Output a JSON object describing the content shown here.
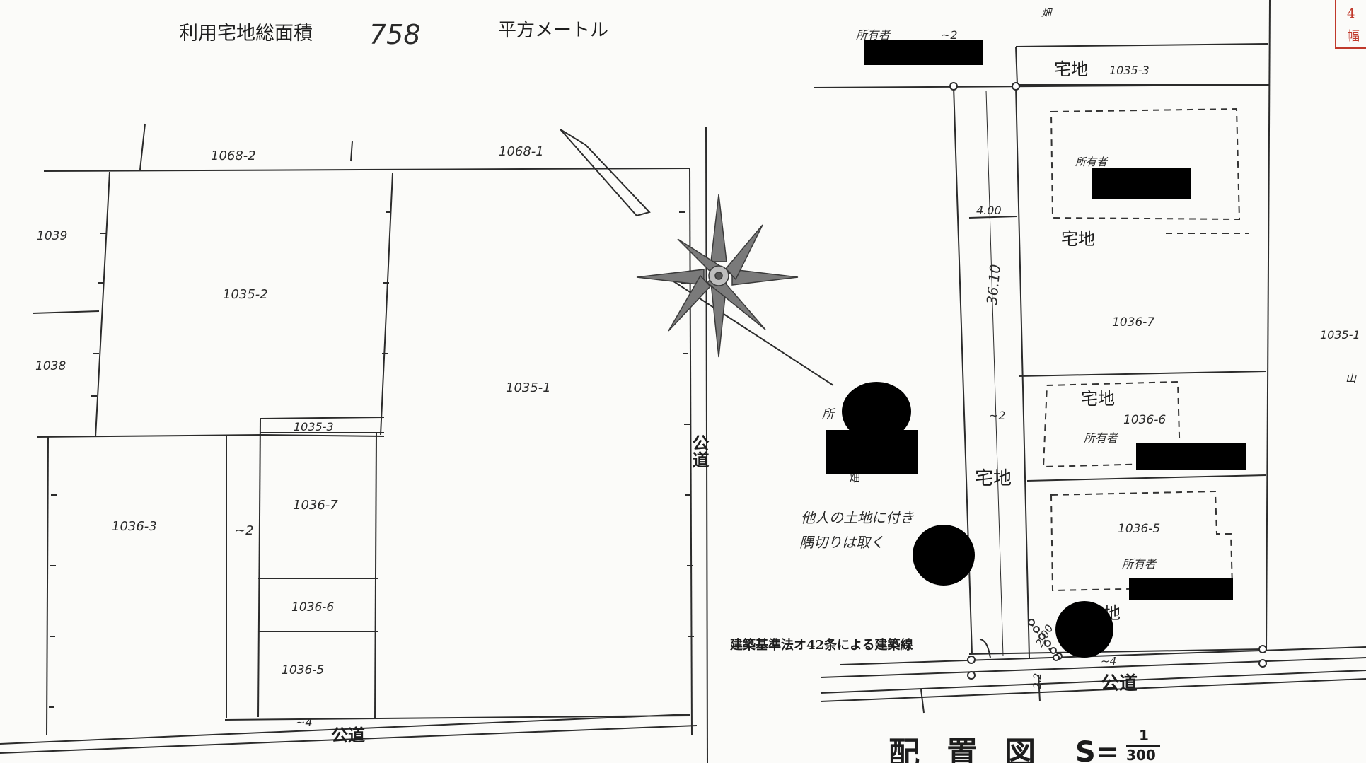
{
  "header": {
    "label": "利用宅地総面積",
    "value": "758",
    "unit": "平方メートル"
  },
  "left_plan": {
    "parcels": {
      "p1068_2": "1068-2",
      "p1068_1": "1068-1",
      "p1039": "1039",
      "p1038": "1038",
      "p1035_2": "1035-2",
      "p1035_1": "1035-1",
      "p1035_3": "1035-3",
      "p1036_7": "1036-7",
      "p1036_6": "1036-6",
      "p1036_5": "1036-5",
      "p1036_3": "1036-3"
    },
    "road_width_mark": "~2",
    "road_bottom_mark": "~4",
    "public_road_vertical": "公道",
    "public_road_bottom": "公道"
  },
  "right_plan": {
    "owner_top": "所有者",
    "owner_top_suffix": "~2",
    "land_use_1035_3": "宅地",
    "parcel_1035_3": "1035-3",
    "owner_house1": "所有者",
    "land_use_house1": "宅地",
    "parcel_1036_7": "1036-7",
    "land_use_house2": "宅地",
    "parcel_1036_6": "1036-6",
    "owner_house2": "所有者",
    "parcel_1036_5": "1036-5",
    "owner_house3": "所有者",
    "land_use_house3": "宅地",
    "land_use_middle": "宅地",
    "owner_west": "所",
    "field_west": "畑",
    "note_line1": "他人の土地に付き",
    "note_line2": "隅切りは取く",
    "building_line_note": "建築基準法オ42条による建築線",
    "dim_width": "4.00",
    "dim_length": "36.10",
    "dim_mark": "~2",
    "dim_corner": "2.00",
    "dim_road": "2.2",
    "road_mark": "~4",
    "public_road": "公道",
    "edge_parcel": "1035-1",
    "edge_mark": "山",
    "edge_top": "畑",
    "stamp_chars": "4 幅"
  },
  "title": {
    "text": "配置図",
    "scale_prefix": "S=",
    "scale_num": "1",
    "scale_den": "300"
  },
  "redaction_color": "#000000",
  "line_color": "#2b2b2b"
}
